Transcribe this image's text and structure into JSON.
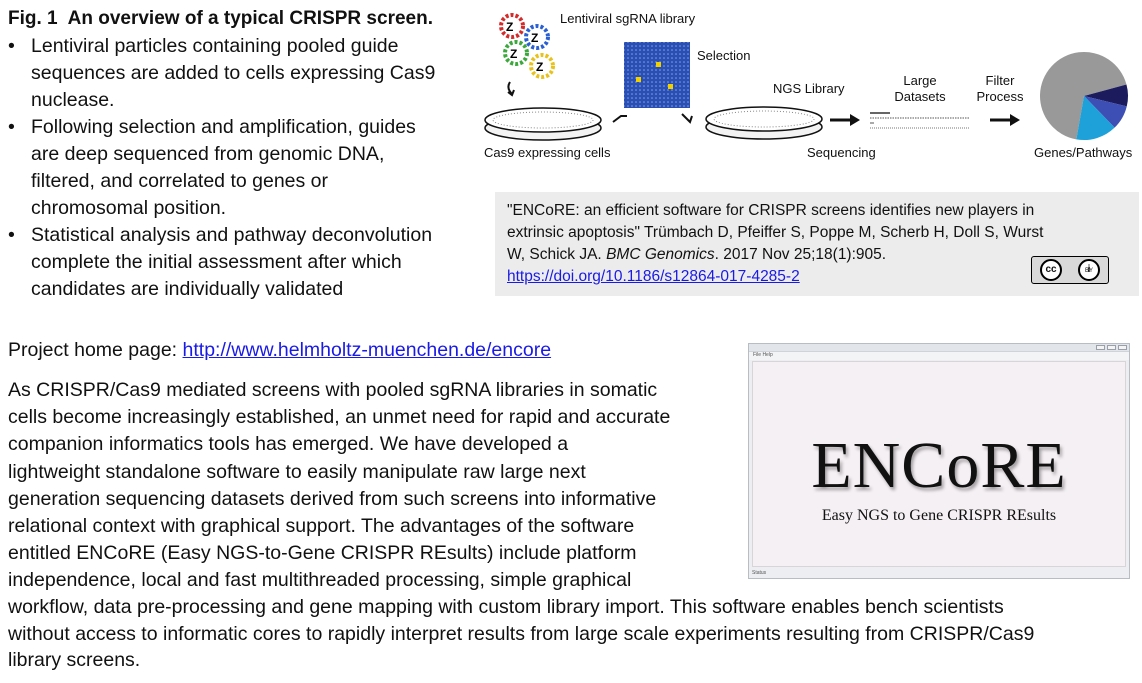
{
  "figure": {
    "number": "Fig. 1",
    "title": "An overview of a typical CRISPR screen."
  },
  "bullets": [
    {
      "lines": [
        "Lentiviral particles containing pooled guide",
        "sequences are added to cells expressing Cas9",
        "nuclease."
      ]
    },
    {
      "lines": [
        "Following selection and amplification, guides",
        "are deep sequenced from genomic DNA,",
        "filtered, and correlated to genes or",
        "chromosomal position."
      ]
    },
    {
      "lines": [
        "Statistical analysis and pathway deconvolution",
        "complete the initial assessment after which",
        "candidates are individually validated"
      ]
    }
  ],
  "workflow": {
    "library_label": "Lentiviral sgRNA library",
    "selection_label": "Selection",
    "cells_label": "Cas9 expressing cells",
    "ngs_library_label": "NGS Library",
    "sequencing_label": "Sequencing",
    "large_datasets_label": "Large Datasets",
    "filter_process_label": "Filter Process",
    "genes_label": "Genes/Pathways",
    "pie_colors": [
      "#999999",
      "#1b1b5e",
      "#3d4fb5",
      "#1ea1d8"
    ]
  },
  "citation": {
    "line1": "\"ENCoRE: an efficient software for CRISPR screens identifies new players in",
    "line2": "extrinsic apoptosis\" Trümbach D, Pfeiffer S, Poppe M, Scherb H, Doll S, Wurst",
    "line3_authors": "W, Schick JA.",
    "journal": "BMC Genomics",
    "line3_rest": ". 2017 Nov 25;18(1):905.",
    "doi": "https://doi.org/10.1186/s12864-017-4285-2",
    "license": "BY"
  },
  "home": {
    "label": "Project home page:",
    "url": "http://www.helmholtz-muenchen.de/encore"
  },
  "abstract": {
    "top_lines": [
      "As CRISPR/Cas9 mediated screens with pooled sgRNA libraries in somatic",
      "cells become increasingly established, an unmet need for rapid and accurate",
      "companion informatics tools has emerged. We have developed a",
      "lightweight standalone software to easily manipulate raw large next",
      "generation sequencing datasets derived from such screens into informative",
      "relational context with graphical support. The advantages of the software",
      "entitled ENCoRE (Easy NGS-to-Gene CRISPR REsults) include platform",
      "independence, local and fast multithreaded processing, simple graphical"
    ],
    "bottom_lines": [
      "workflow, data pre-processing and gene mapping with custom library import. This software enables bench scientists",
      "without access to informatic cores to rapidly interpret results from large scale experiments resulting from CRISPR/Cas9",
      "library screens."
    ]
  },
  "software": {
    "menu": "File   Help",
    "logo": "ENCoRE",
    "subtitle": "Easy NGS to Gene CRISPR REsults",
    "status": "Status"
  }
}
